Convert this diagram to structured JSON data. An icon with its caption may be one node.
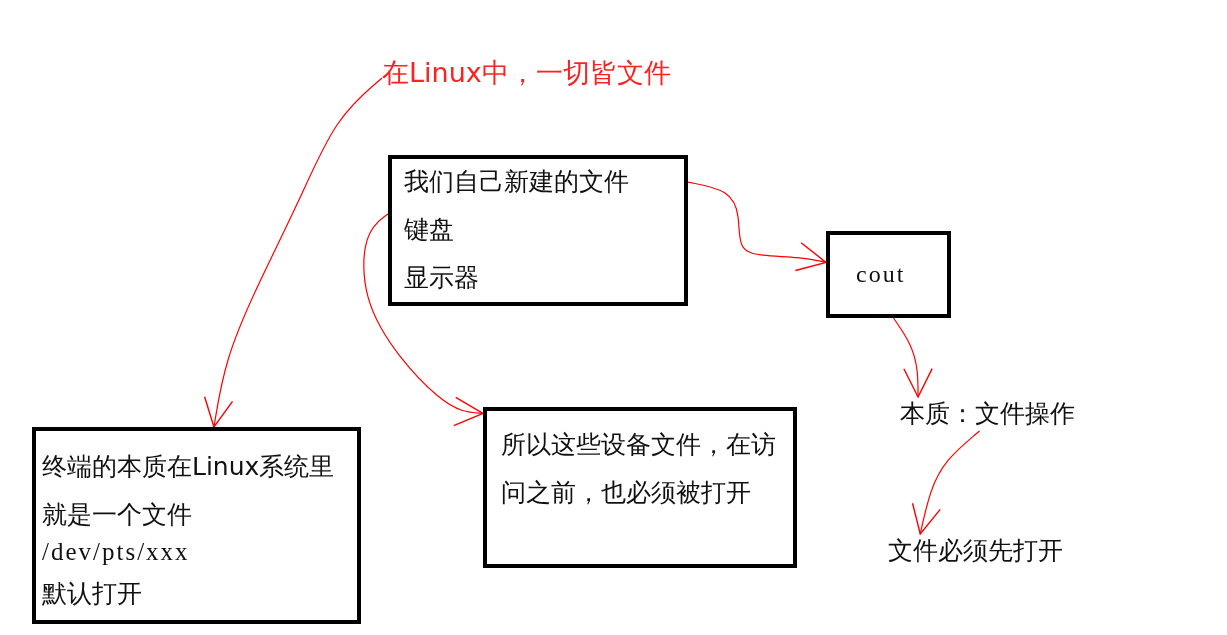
{
  "diagram": {
    "nodes": [
      {
        "text": [
          "在Linux中，一切皆文件"
        ]
      },
      {
        "text": [
          "我们自己新建的文件",
          "键盘",
          "显示器"
        ]
      },
      {
        "text": [
          "cout"
        ]
      },
      {
        "text": [
          "本质：文件操作"
        ]
      },
      {
        "text": [
          "文件必须先打开"
        ]
      },
      {
        "text": [
          "终端的本质在Linux系统里就是一个文件",
          "/dev/pts/xxx",
          "默认打开"
        ]
      },
      {
        "text": [
          "所以这些设备文件，在访问之前，也必须被打开"
        ]
      }
    ],
    "edges": [
      {
        "from": 0,
        "to": 5,
        "arrow": "to"
      },
      {
        "from": 1,
        "to": 6,
        "arrow": "to"
      },
      {
        "from": 1,
        "to": 2,
        "arrow": "to"
      },
      {
        "from": 2,
        "to": 3,
        "arrow": "to"
      },
      {
        "from": 3,
        "to": 4,
        "arrow": "to"
      }
    ]
  }
}
